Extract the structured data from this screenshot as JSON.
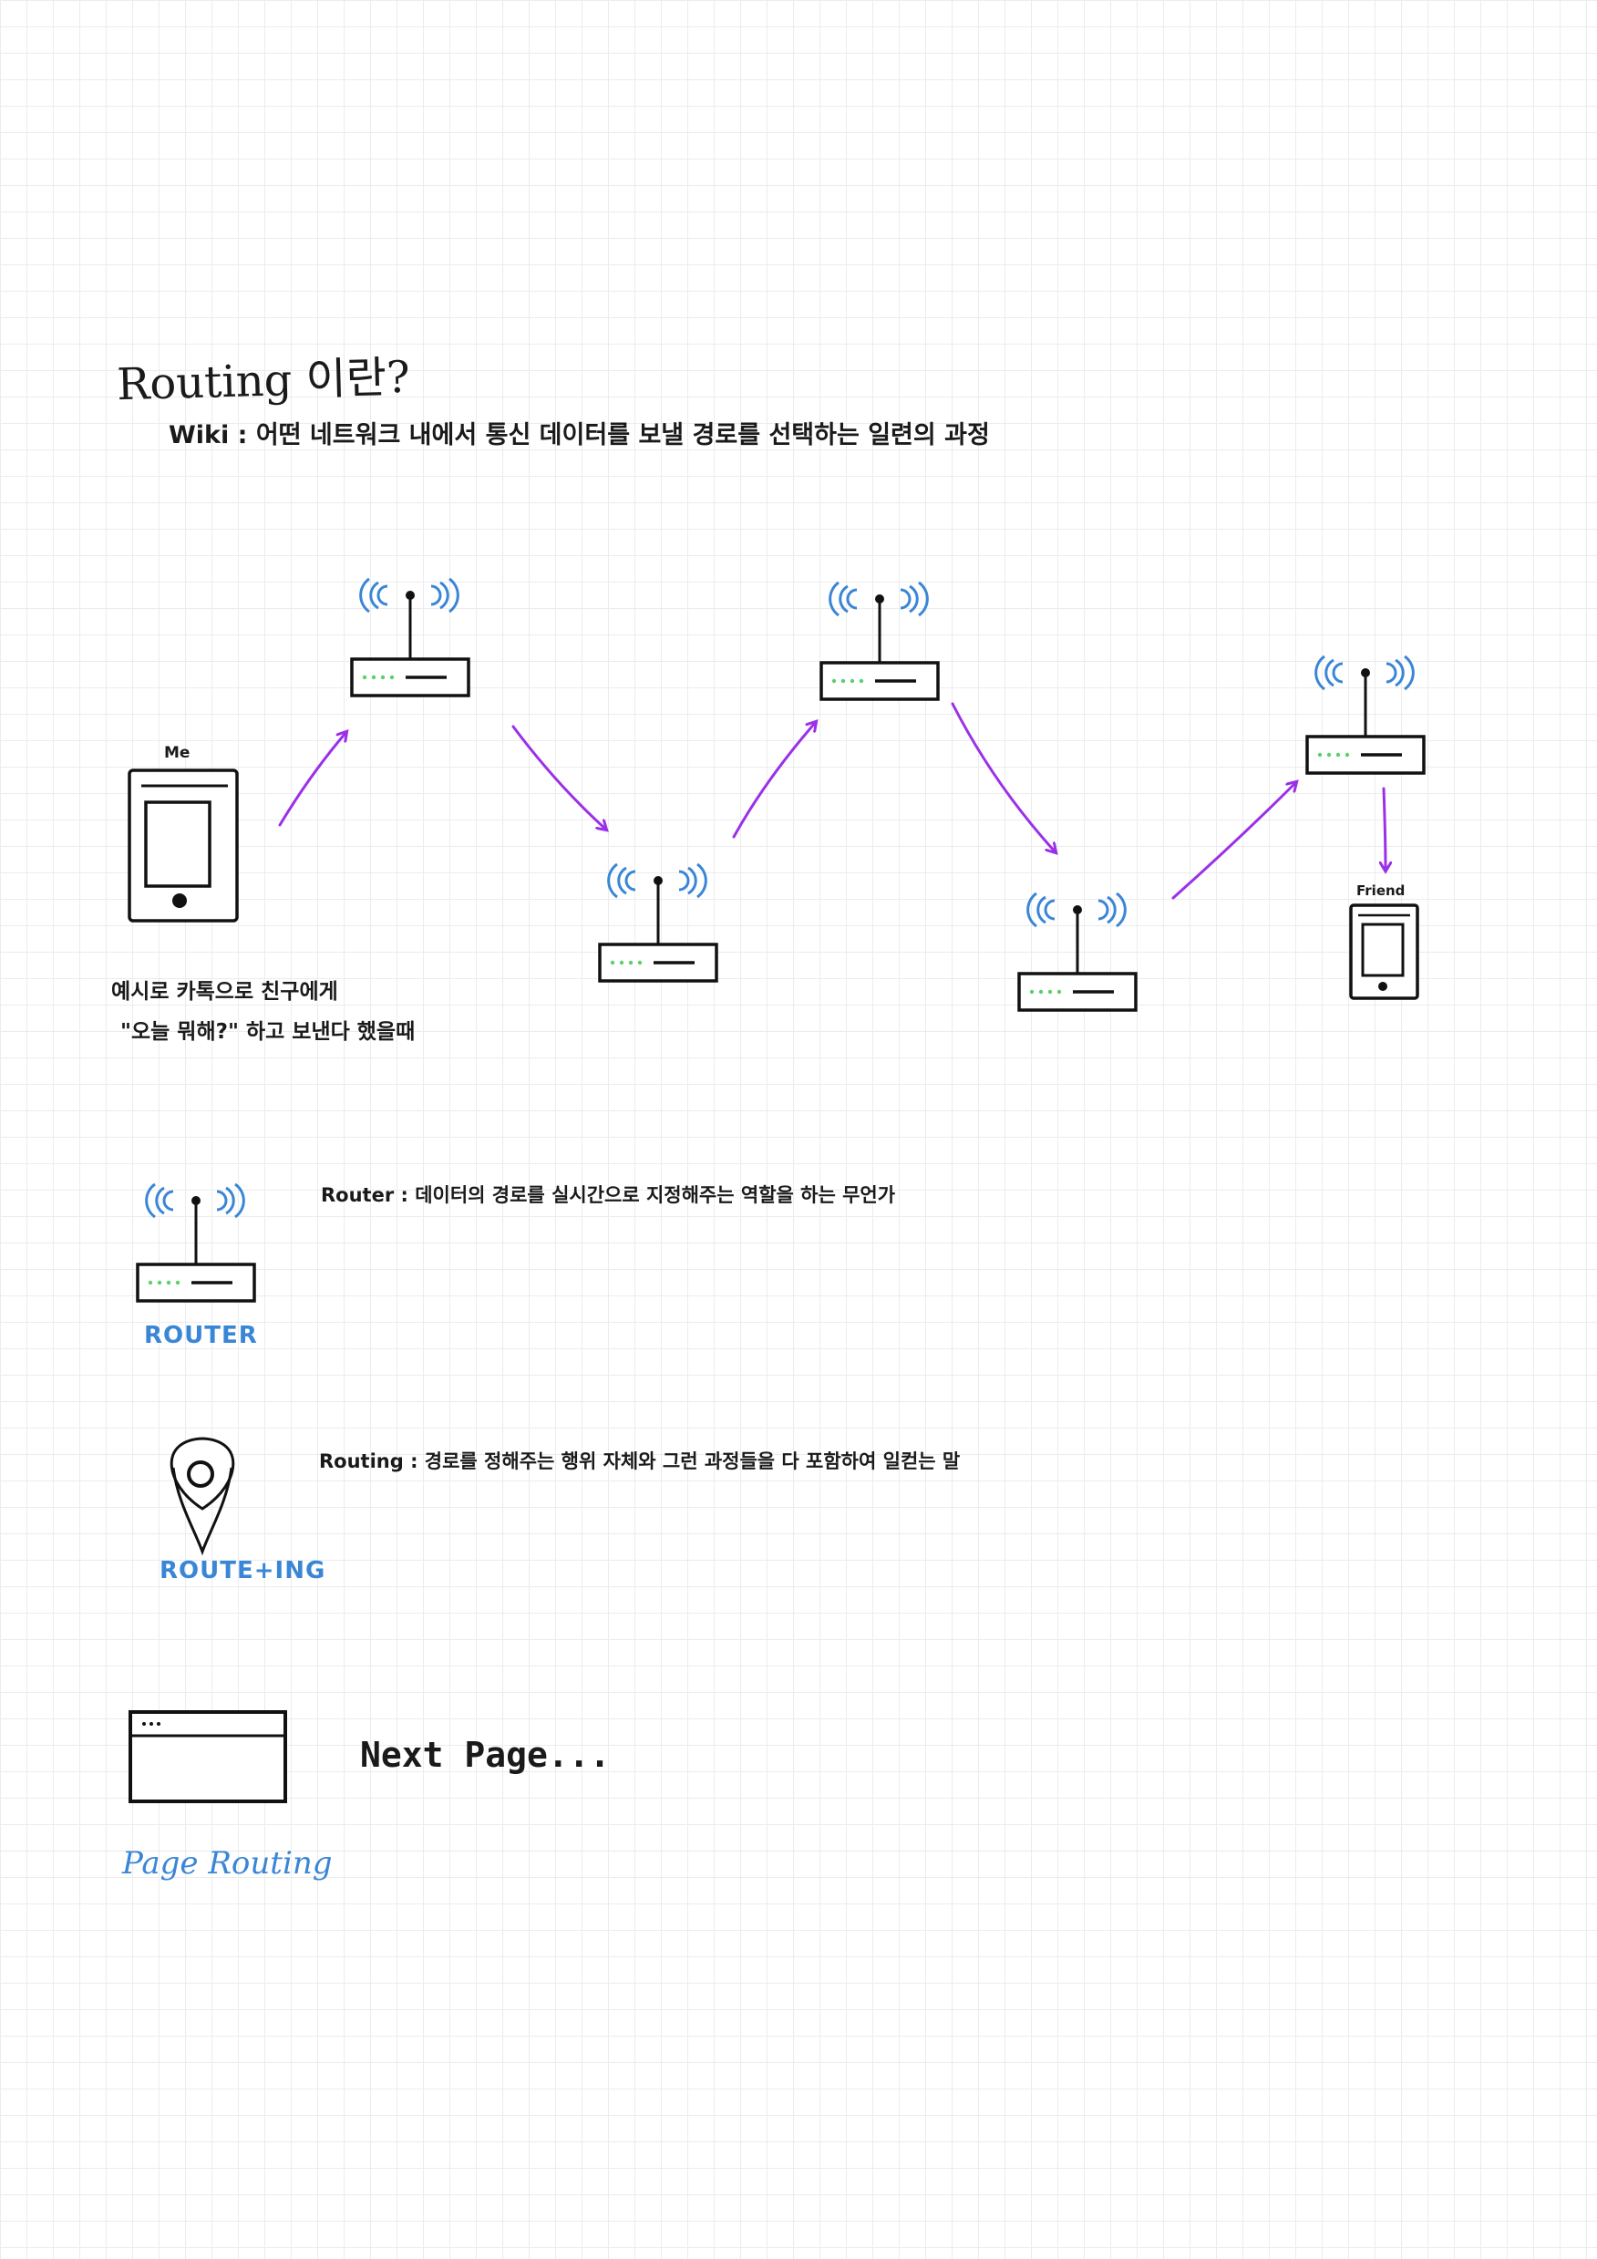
{
  "title": "Routing 이란?",
  "wiki_definition": "Wiki : 어떤 네트워크 내에서 통신 데이터를 보낼 경로를 선택하는 일련의 과정",
  "diagram": {
    "me_label": "Me",
    "friend_label": "Friend",
    "example_line1": "예시로 카톡으로 친구에게",
    "example_line2": "\"오늘 뭐해?\" 하고 보낸다 했을때",
    "arrow_color": "#9b30e8",
    "signal_color": "#3a86d6",
    "led_color": "#5ccf6e"
  },
  "legend": {
    "router_label": "ROUTER",
    "router_definition": "Router : 데이터의 경로를 실시간으로 지정해주는 역할을 하는 무언가",
    "routing_label": "ROUTE+ING",
    "routing_definition": "Routing : 경로를 정해주는 행위 자체와 그런 과정들을 다 포함하여 일컫는 말",
    "page_routing_label": "Page Routing",
    "next_page": "Next Page..."
  }
}
